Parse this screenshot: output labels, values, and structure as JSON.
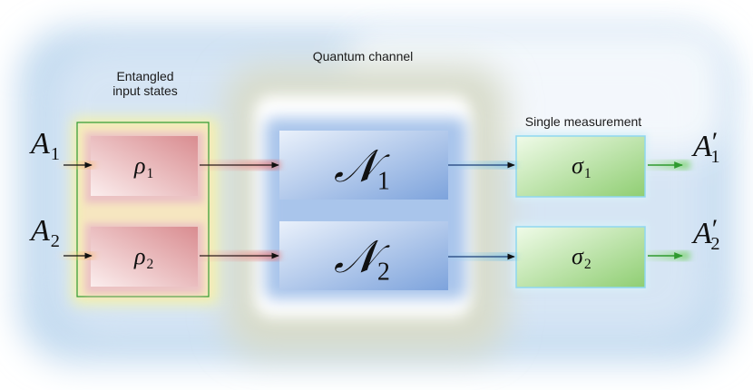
{
  "labels": {
    "entangled": "Entangled",
    "input_states": "input states",
    "quantum_channel": "Quantum channel",
    "single_measurement": "Single measurement"
  },
  "inputs": [
    {
      "symbol": "A",
      "index": "1"
    },
    {
      "symbol": "A",
      "index": "2"
    }
  ],
  "outputs": [
    {
      "symbol": "A",
      "prime": "′",
      "index": "1"
    },
    {
      "symbol": "A",
      "prime": "′",
      "index": "2"
    }
  ],
  "states": [
    {
      "symbol": "ρ",
      "index": "1"
    },
    {
      "symbol": "ρ",
      "index": "2"
    }
  ],
  "channels": [
    {
      "symbol": "𝒩",
      "index": "1"
    },
    {
      "symbol": "𝒩",
      "index": "2"
    }
  ],
  "measurements": [
    {
      "symbol": "σ",
      "index": "1"
    },
    {
      "symbol": "σ",
      "index": "2"
    }
  ],
  "colors": {
    "background_blue": "#bcd6ee",
    "entangled_border": "#2e9a2e",
    "entangled_glow": "#f2f2a0",
    "state_box": "#e8b6b8",
    "channel_box": "#9fbce6",
    "channel_halo": "#e9ecde",
    "measurement_box": "#b8e2a8",
    "measurement_border": "#8fd7f0",
    "arrow_red": "#d23b3b",
    "arrow_blue": "#1c4fa8",
    "arrow_green": "#3aa83a"
  }
}
